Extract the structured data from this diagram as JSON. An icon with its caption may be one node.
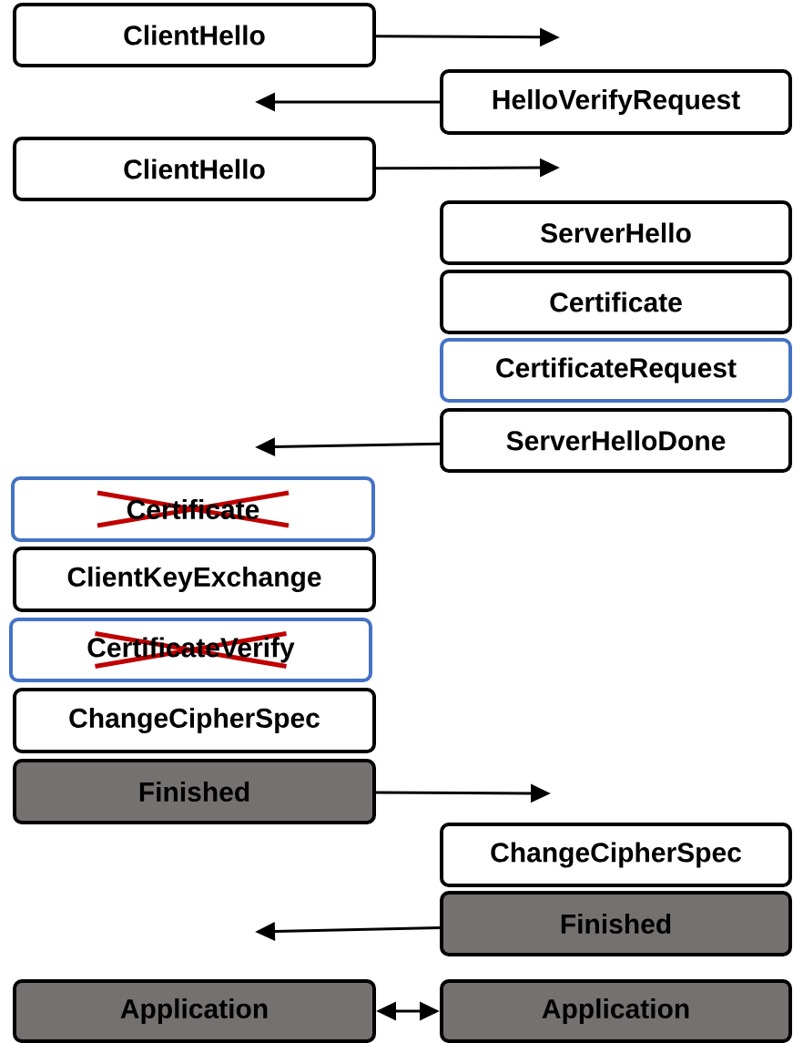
{
  "diagram": {
    "nodes": [
      {
        "text": [
          "ClientHello"
        ]
      },
      {
        "text": [
          "HelloVerifyRequest"
        ]
      },
      {
        "text": [
          "ClientHello"
        ]
      },
      {
        "text": [
          "ServerHello"
        ]
      },
      {
        "text": [
          "Certificate"
        ]
      },
      {
        "text": [
          "CertificateRequest"
        ]
      },
      {
        "text": [
          "ServerHelloDone"
        ]
      },
      {
        "text": [
          "Certificate"
        ]
      },
      {
        "text": [
          "ClientKeyExchange"
        ]
      },
      {
        "text": [
          "CertificateVerify"
        ]
      },
      {
        "text": [
          "ChangeCipherSpec"
        ]
      },
      {
        "text": [
          "Finished"
        ]
      },
      {
        "text": [
          "ChangeCipherSpec"
        ]
      },
      {
        "text": [
          "Finished"
        ]
      },
      {
        "text": [
          "Application"
        ]
      },
      {
        "text": [
          "Application"
        ]
      }
    ],
    "edges": [
      {
        "from": 0,
        "to": null,
        "arrow": "to"
      },
      {
        "from": 1,
        "to": null,
        "arrow": "to"
      },
      {
        "from": 2,
        "to": null,
        "arrow": "to"
      },
      {
        "from": 6,
        "to": null,
        "arrow": "to"
      },
      {
        "from": 11,
        "to": null,
        "arrow": "to"
      },
      {
        "from": 13,
        "to": null,
        "arrow": "to"
      },
      {
        "from": 14,
        "to": 15,
        "arrow": "both"
      }
    ]
  }
}
